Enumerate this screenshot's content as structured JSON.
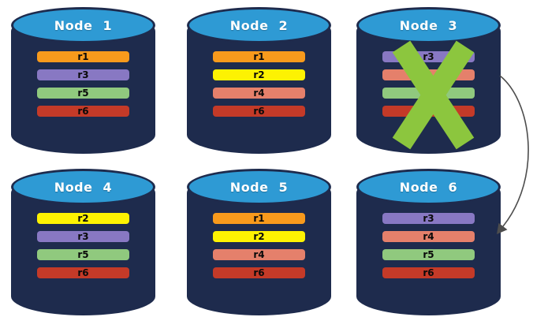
{
  "palette": {
    "cylinder_body": "#1E2B4D",
    "cylinder_top": "#2E9AD4",
    "x_mark": "#8CC63E",
    "arrow": "#4D4D4D",
    "background": "#FFFFFF",
    "title_text": "#FFFFFF",
    "bar_text": "#0A0A0A"
  },
  "replica_colors": {
    "r1": "#F89A1C",
    "r2": "#FDF202",
    "r3": "#8878C3",
    "r4": "#E5806B",
    "r5": "#90C97E",
    "r6": "#C43A28"
  },
  "nodes": [
    {
      "label": "Node 1",
      "failed": false,
      "replicas": [
        {
          "label": "r1",
          "color": "#F89A1C"
        },
        {
          "label": "r3",
          "color": "#8878C3"
        },
        {
          "label": "r5",
          "color": "#90C97E"
        },
        {
          "label": "r6",
          "color": "#C43A28"
        }
      ]
    },
    {
      "label": "Node 2",
      "failed": false,
      "replicas": [
        {
          "label": "r1",
          "color": "#F89A1C"
        },
        {
          "label": "r2",
          "color": "#FDF202"
        },
        {
          "label": "r4",
          "color": "#E5806B"
        },
        {
          "label": "r6",
          "color": "#C43A28"
        }
      ]
    },
    {
      "label": "Node 3",
      "failed": true,
      "replicas": [
        {
          "label": "r3",
          "color": "#8878C3"
        },
        {
          "label": "",
          "color": "#E5806B"
        },
        {
          "label": "",
          "color": "#90C97E"
        },
        {
          "label": "",
          "color": "#C43A28"
        }
      ]
    },
    {
      "label": "Node 4",
      "failed": false,
      "replicas": [
        {
          "label": "r2",
          "color": "#FDF202"
        },
        {
          "label": "r3",
          "color": "#8878C3"
        },
        {
          "label": "r5",
          "color": "#90C97E"
        },
        {
          "label": "r6",
          "color": "#C43A28"
        }
      ]
    },
    {
      "label": "Node 5",
      "failed": false,
      "replicas": [
        {
          "label": "r1",
          "color": "#F89A1C"
        },
        {
          "label": "r2",
          "color": "#FDF202"
        },
        {
          "label": "r4",
          "color": "#E5806B"
        },
        {
          "label": "r6",
          "color": "#C43A28"
        }
      ]
    },
    {
      "label": "Node 6",
      "failed": false,
      "replicas": [
        {
          "label": "r3",
          "color": "#8878C3"
        },
        {
          "label": "r4",
          "color": "#E5806B"
        },
        {
          "label": "r5",
          "color": "#90C97E"
        },
        {
          "label": "r6",
          "color": "#C43A28"
        }
      ]
    }
  ],
  "arrow": {
    "from": "Node 3",
    "to": "Node 6"
  }
}
